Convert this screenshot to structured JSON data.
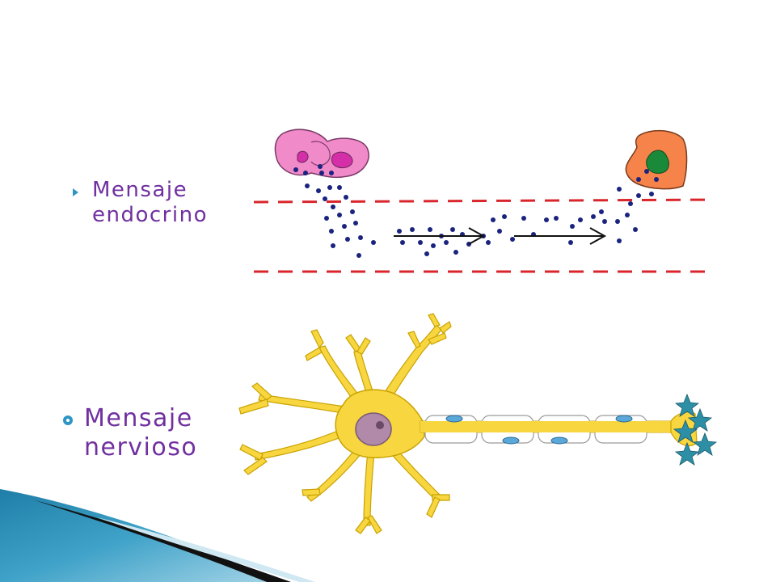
{
  "bullets": {
    "endocrine": {
      "line1": "Mensaje",
      "line2": "endocrino"
    },
    "nervous": {
      "line1": "Mensaje",
      "line2": "nervioso"
    }
  },
  "colors": {
    "text": "#7030a0",
    "bullet_marker": "#2e95c4",
    "vessel_dash": "#d9262c",
    "hormone_dot": "#1a237e",
    "neuron_fill": "#f7d640",
    "neuron_nucleus": "#b08aa8",
    "target_cell": "#f5834a",
    "target_nucleus": "#1a8a3a",
    "secreting_cell": "#f08ac8",
    "secreting_nucleus": "#d42fa8",
    "terminal_star": "#2d8fa6",
    "myelin_node": "#5aa8d8"
  },
  "icons": {
    "bullet1": "triangle-bullet-icon",
    "bullet2": "circle-bullet-icon"
  }
}
